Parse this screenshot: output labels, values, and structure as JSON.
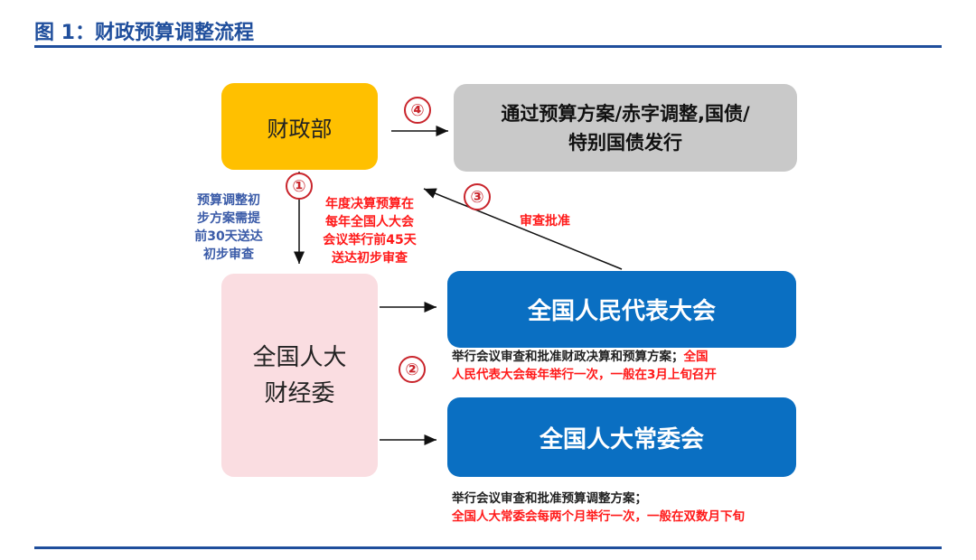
{
  "title": "图 1：财政预算调整流程",
  "boxes": {
    "mof": "财政部",
    "approve_line1": "通过预算方案/赤字调整,国债/",
    "approve_line2": "特别国债发行",
    "committee_line1": "全国人大",
    "committee_line2": "财经委",
    "npc": "全国人民代表大会",
    "npcsc": "全国人大常委会"
  },
  "steps": [
    "①",
    "②",
    "③",
    "④"
  ],
  "notes": {
    "left_blue": [
      "预算调整初",
      "步方案需提",
      "前30天送达",
      "初步审查"
    ],
    "middle_red": [
      "年度决算预算在",
      "每年全国人大会",
      "会议举行前45天",
      "送达初步审查"
    ],
    "review": "审查批准",
    "npc_black": "举行会议审查和批准财政决算和预算方案；",
    "npc_red_a": "全国",
    "npc_red_b": "人民代表大会每年举行一次，一般在3月上旬召开",
    "npcsc_black": "举行会议审查和批准预算调整方案；",
    "npcsc_red": "全国人大常委会每两个月举行一次，一般在双数月下旬"
  },
  "colors": {
    "title": "#1f4e9c",
    "yellow": "#ffc000",
    "blue": "#0a6fc2",
    "red": "#ff1a1a"
  }
}
